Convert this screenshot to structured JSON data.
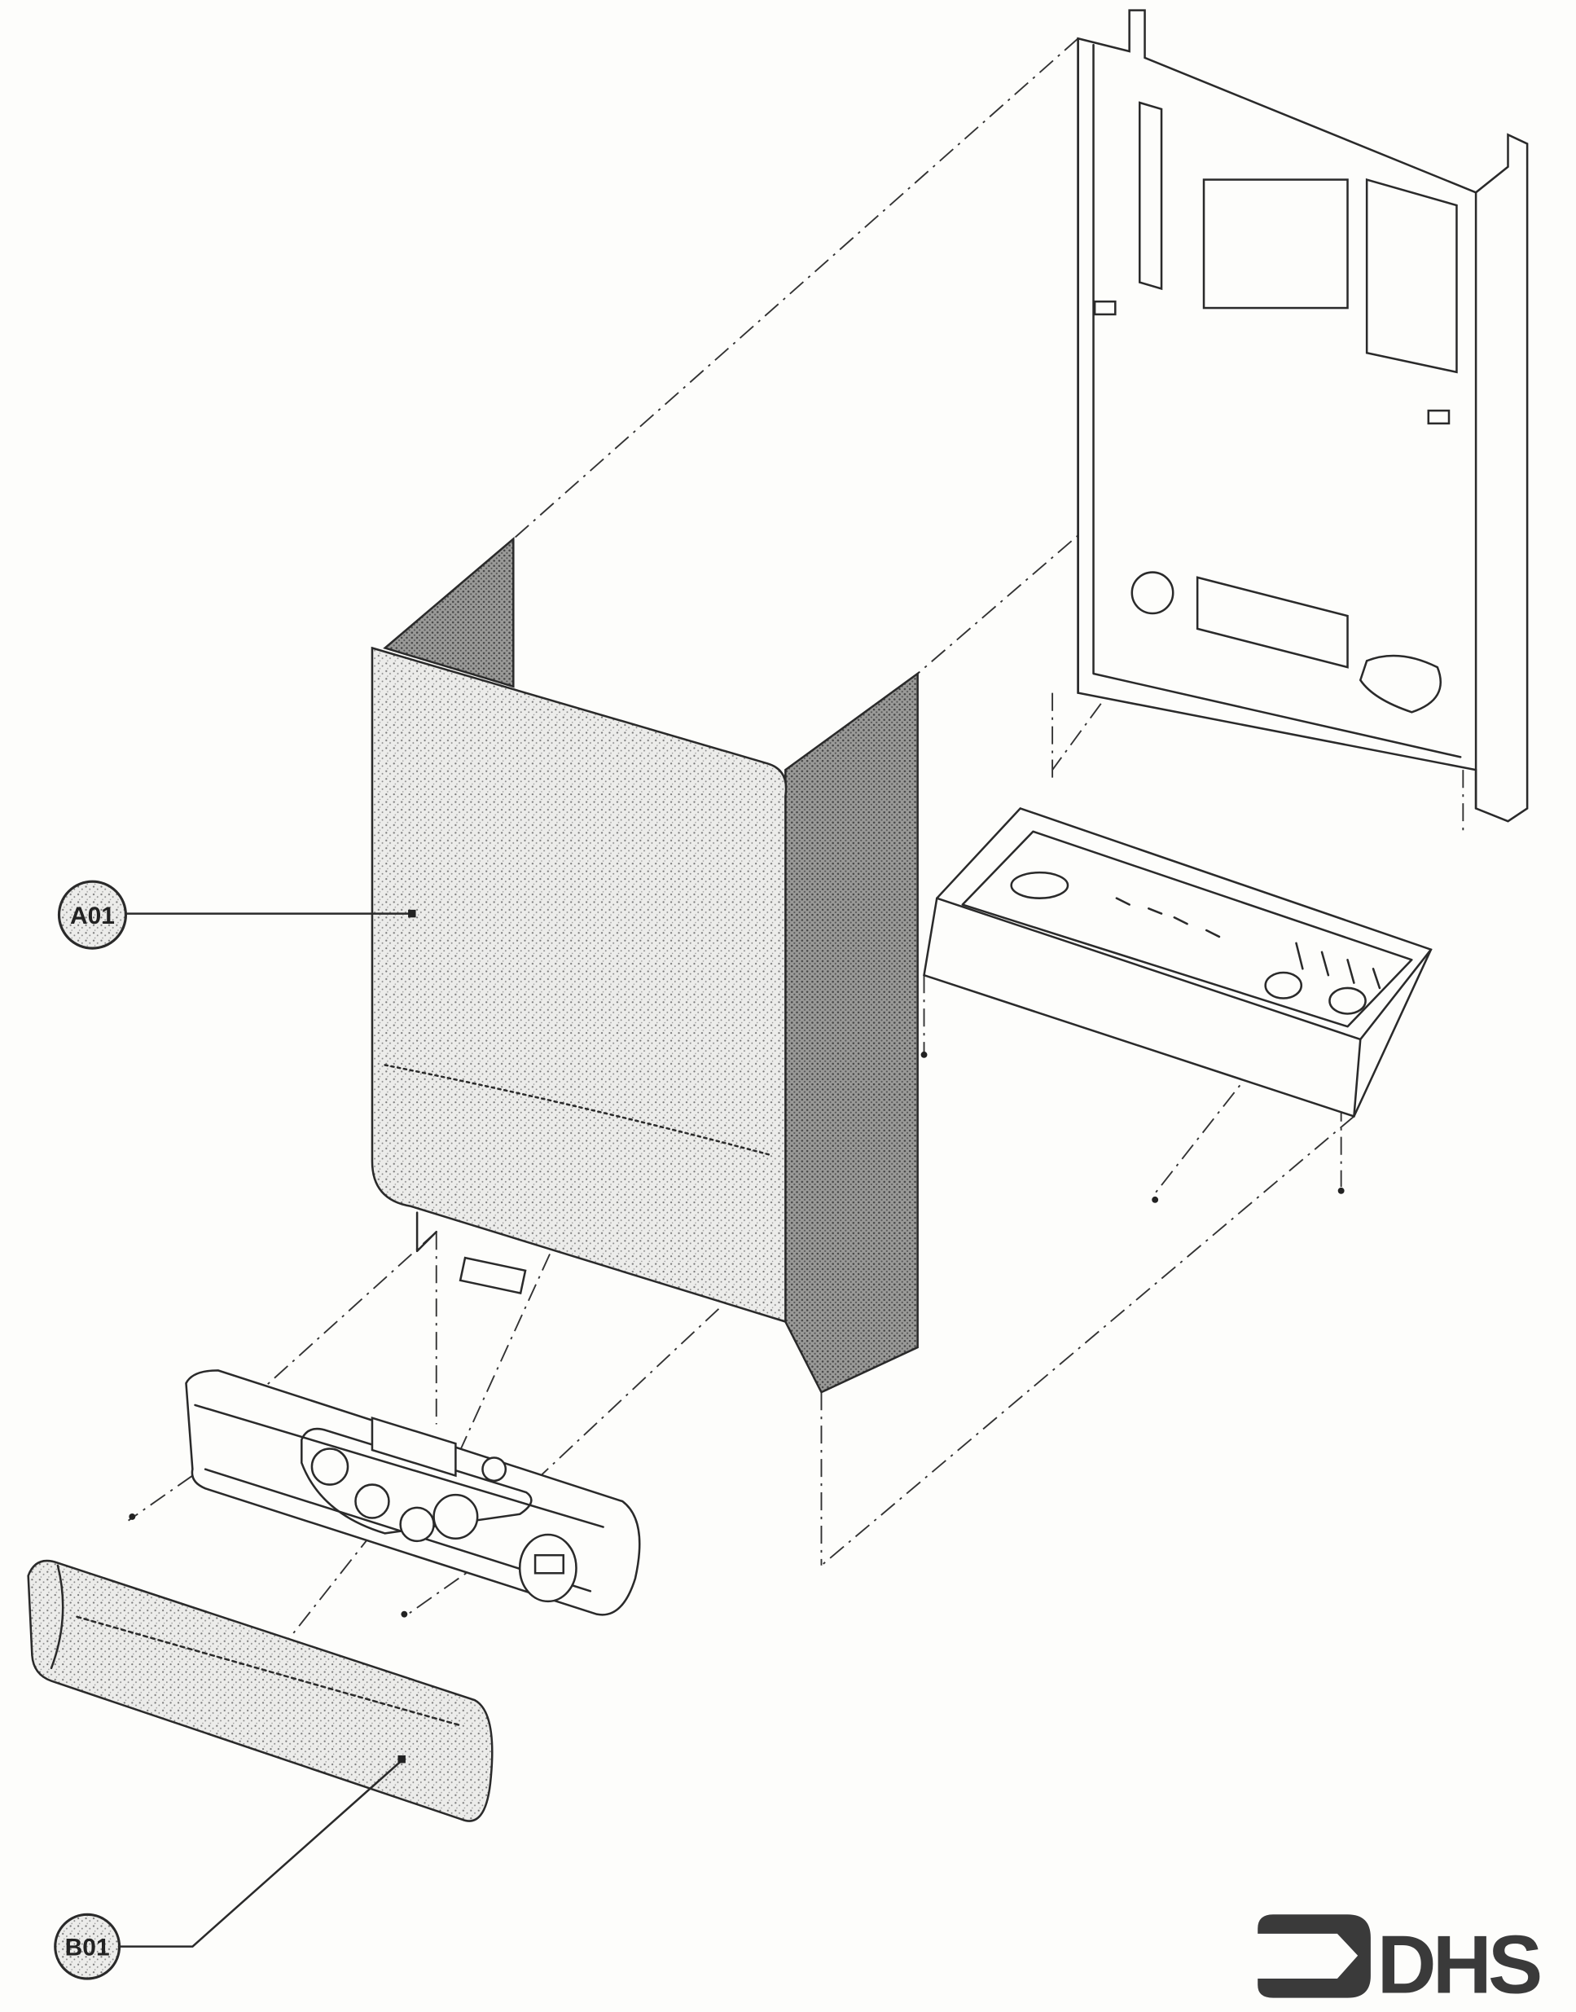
{
  "diagram": {
    "type": "exploded-parts-view",
    "callouts": [
      {
        "id": "A01",
        "label": "A01"
      },
      {
        "id": "B01",
        "label": "B01"
      }
    ],
    "logo": {
      "text": "DHS"
    },
    "colors": {
      "ink": "#2a2a2a",
      "paper": "#fdfdfb",
      "logo": "#3a3a3a"
    }
  }
}
